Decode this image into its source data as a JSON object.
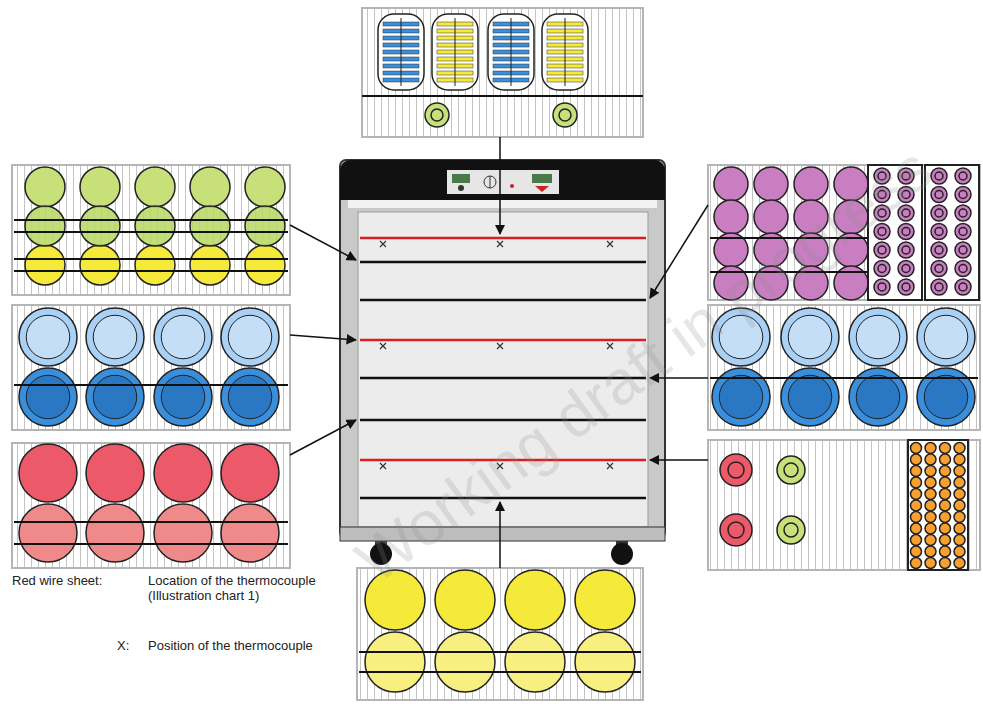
{
  "diagram": {
    "labels": [
      "Red wire sheet:",
      "Location of the thermocouple (Illustration chart 1)",
      "X:",
      "Position of the thermocouple",
      "Working draft in progress"
    ]
  }
}
